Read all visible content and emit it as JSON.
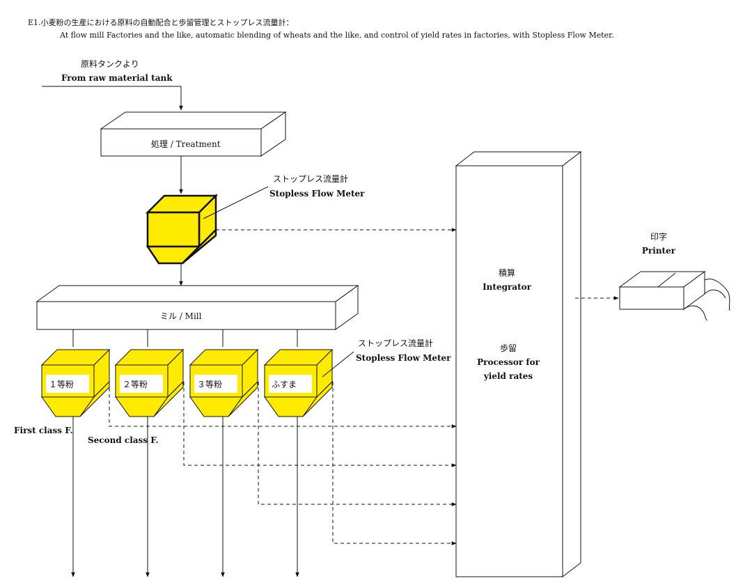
{
  "header": {
    "title_jp": "E1.小麦粉の生産における原料の自動配合と歩留管理とストップレス流量計：",
    "title_en": "At flow mill Factories and the like, automatic blending of wheats and the like, and control of yield rates in factories, with Stopless Flow Meter."
  },
  "raw_tank": {
    "jp": "原料タンクより",
    "en": "From raw material tank"
  },
  "treatment": {
    "label": "処理 / Treatment"
  },
  "flow_meter_top": {
    "jp": "ストップレス流量計",
    "en": "Stopless Flow Meter"
  },
  "mill": {
    "label": "ミル / Mill"
  },
  "flow_meter_bottom": {
    "jp": "ストップレス流量計",
    "en": "Stopless Flow Meter"
  },
  "hoppers": [
    {
      "label": "１等粉"
    },
    {
      "label": "２等粉"
    },
    {
      "label": "３等粉"
    },
    {
      "label": "ふすま"
    }
  ],
  "outputs": {
    "first": "First class F.",
    "second": "Second class F."
  },
  "integrator": {
    "jp1": "積算",
    "en1": "Integrator",
    "jp2": "歩留",
    "en2a": "Processor for",
    "en2b": "yield rates"
  },
  "printer": {
    "jp": "印字",
    "en": "Printer"
  },
  "colors": {
    "meter_fill": "#ffeb00",
    "line": "#111111"
  }
}
